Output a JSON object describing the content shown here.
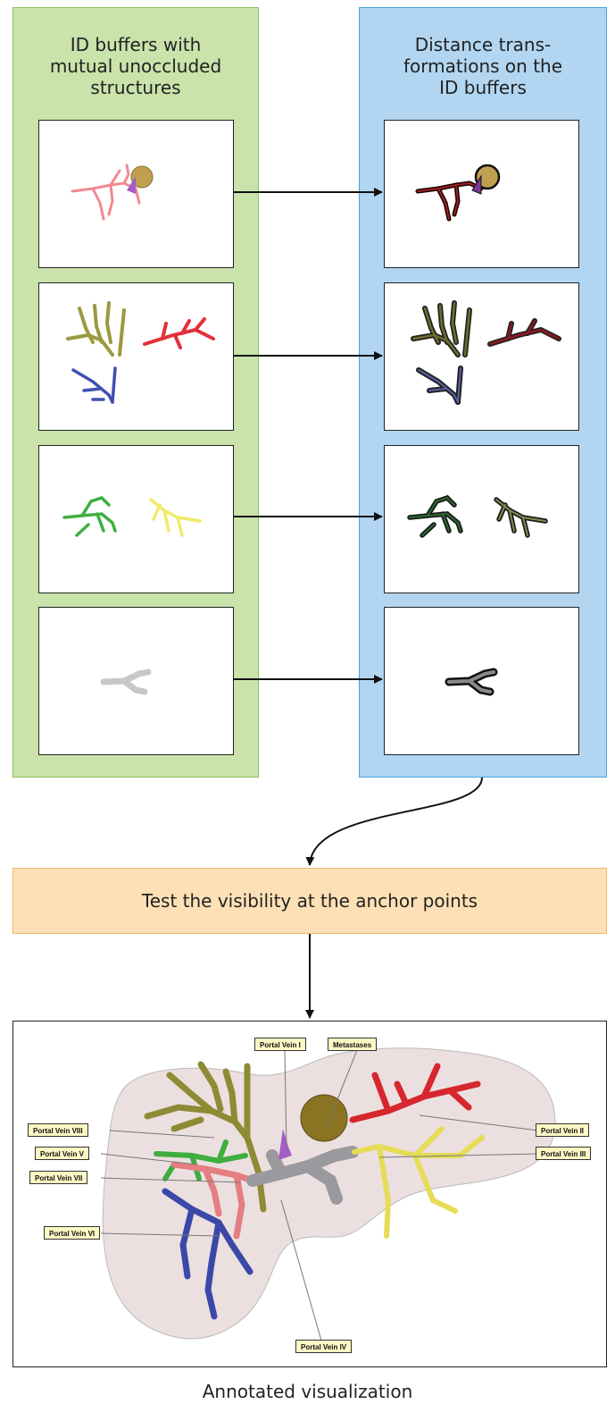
{
  "left_panel": {
    "title_lines": [
      "ID buffers with",
      "mutual unoccluded",
      "structures"
    ]
  },
  "right_panel": {
    "title_lines": [
      "Distance trans-",
      "formations on the",
      "ID buffers"
    ]
  },
  "process_box": {
    "label": "Test the visibility at the anchor points"
  },
  "visualization": {
    "labels": {
      "portal_vein_i": "Portal Vein I",
      "metastases": "Metastases",
      "portal_vein_viii": "Portal Vein VIII",
      "portal_vein_v": "Portal Vein V",
      "portal_vein_vii": "Portal Vein VII",
      "portal_vein_vi": "Portal Vein VI",
      "portal_vein_iv": "Portal Vein IV",
      "portal_vein_ii": "Portal Vein II",
      "portal_vein_iii": "Portal Vein III"
    }
  },
  "caption": "Annotated visualization",
  "colors": {
    "green_panel": "#c9e3ab",
    "blue_panel": "#b2d6f1",
    "orange_box": "#fde0b5",
    "pink_vessel": "#f08a8f",
    "tumor": "#c0a050",
    "purple_vessel": "#a45cc8",
    "olive_vessel": "#9c9a40",
    "red_vessel": "#e2303a",
    "blue_vessel": "#4050b0",
    "green_vessel": "#3eb040",
    "yellow_vessel": "#f2ea6a",
    "gray_vessel": "#c8c8c8"
  }
}
